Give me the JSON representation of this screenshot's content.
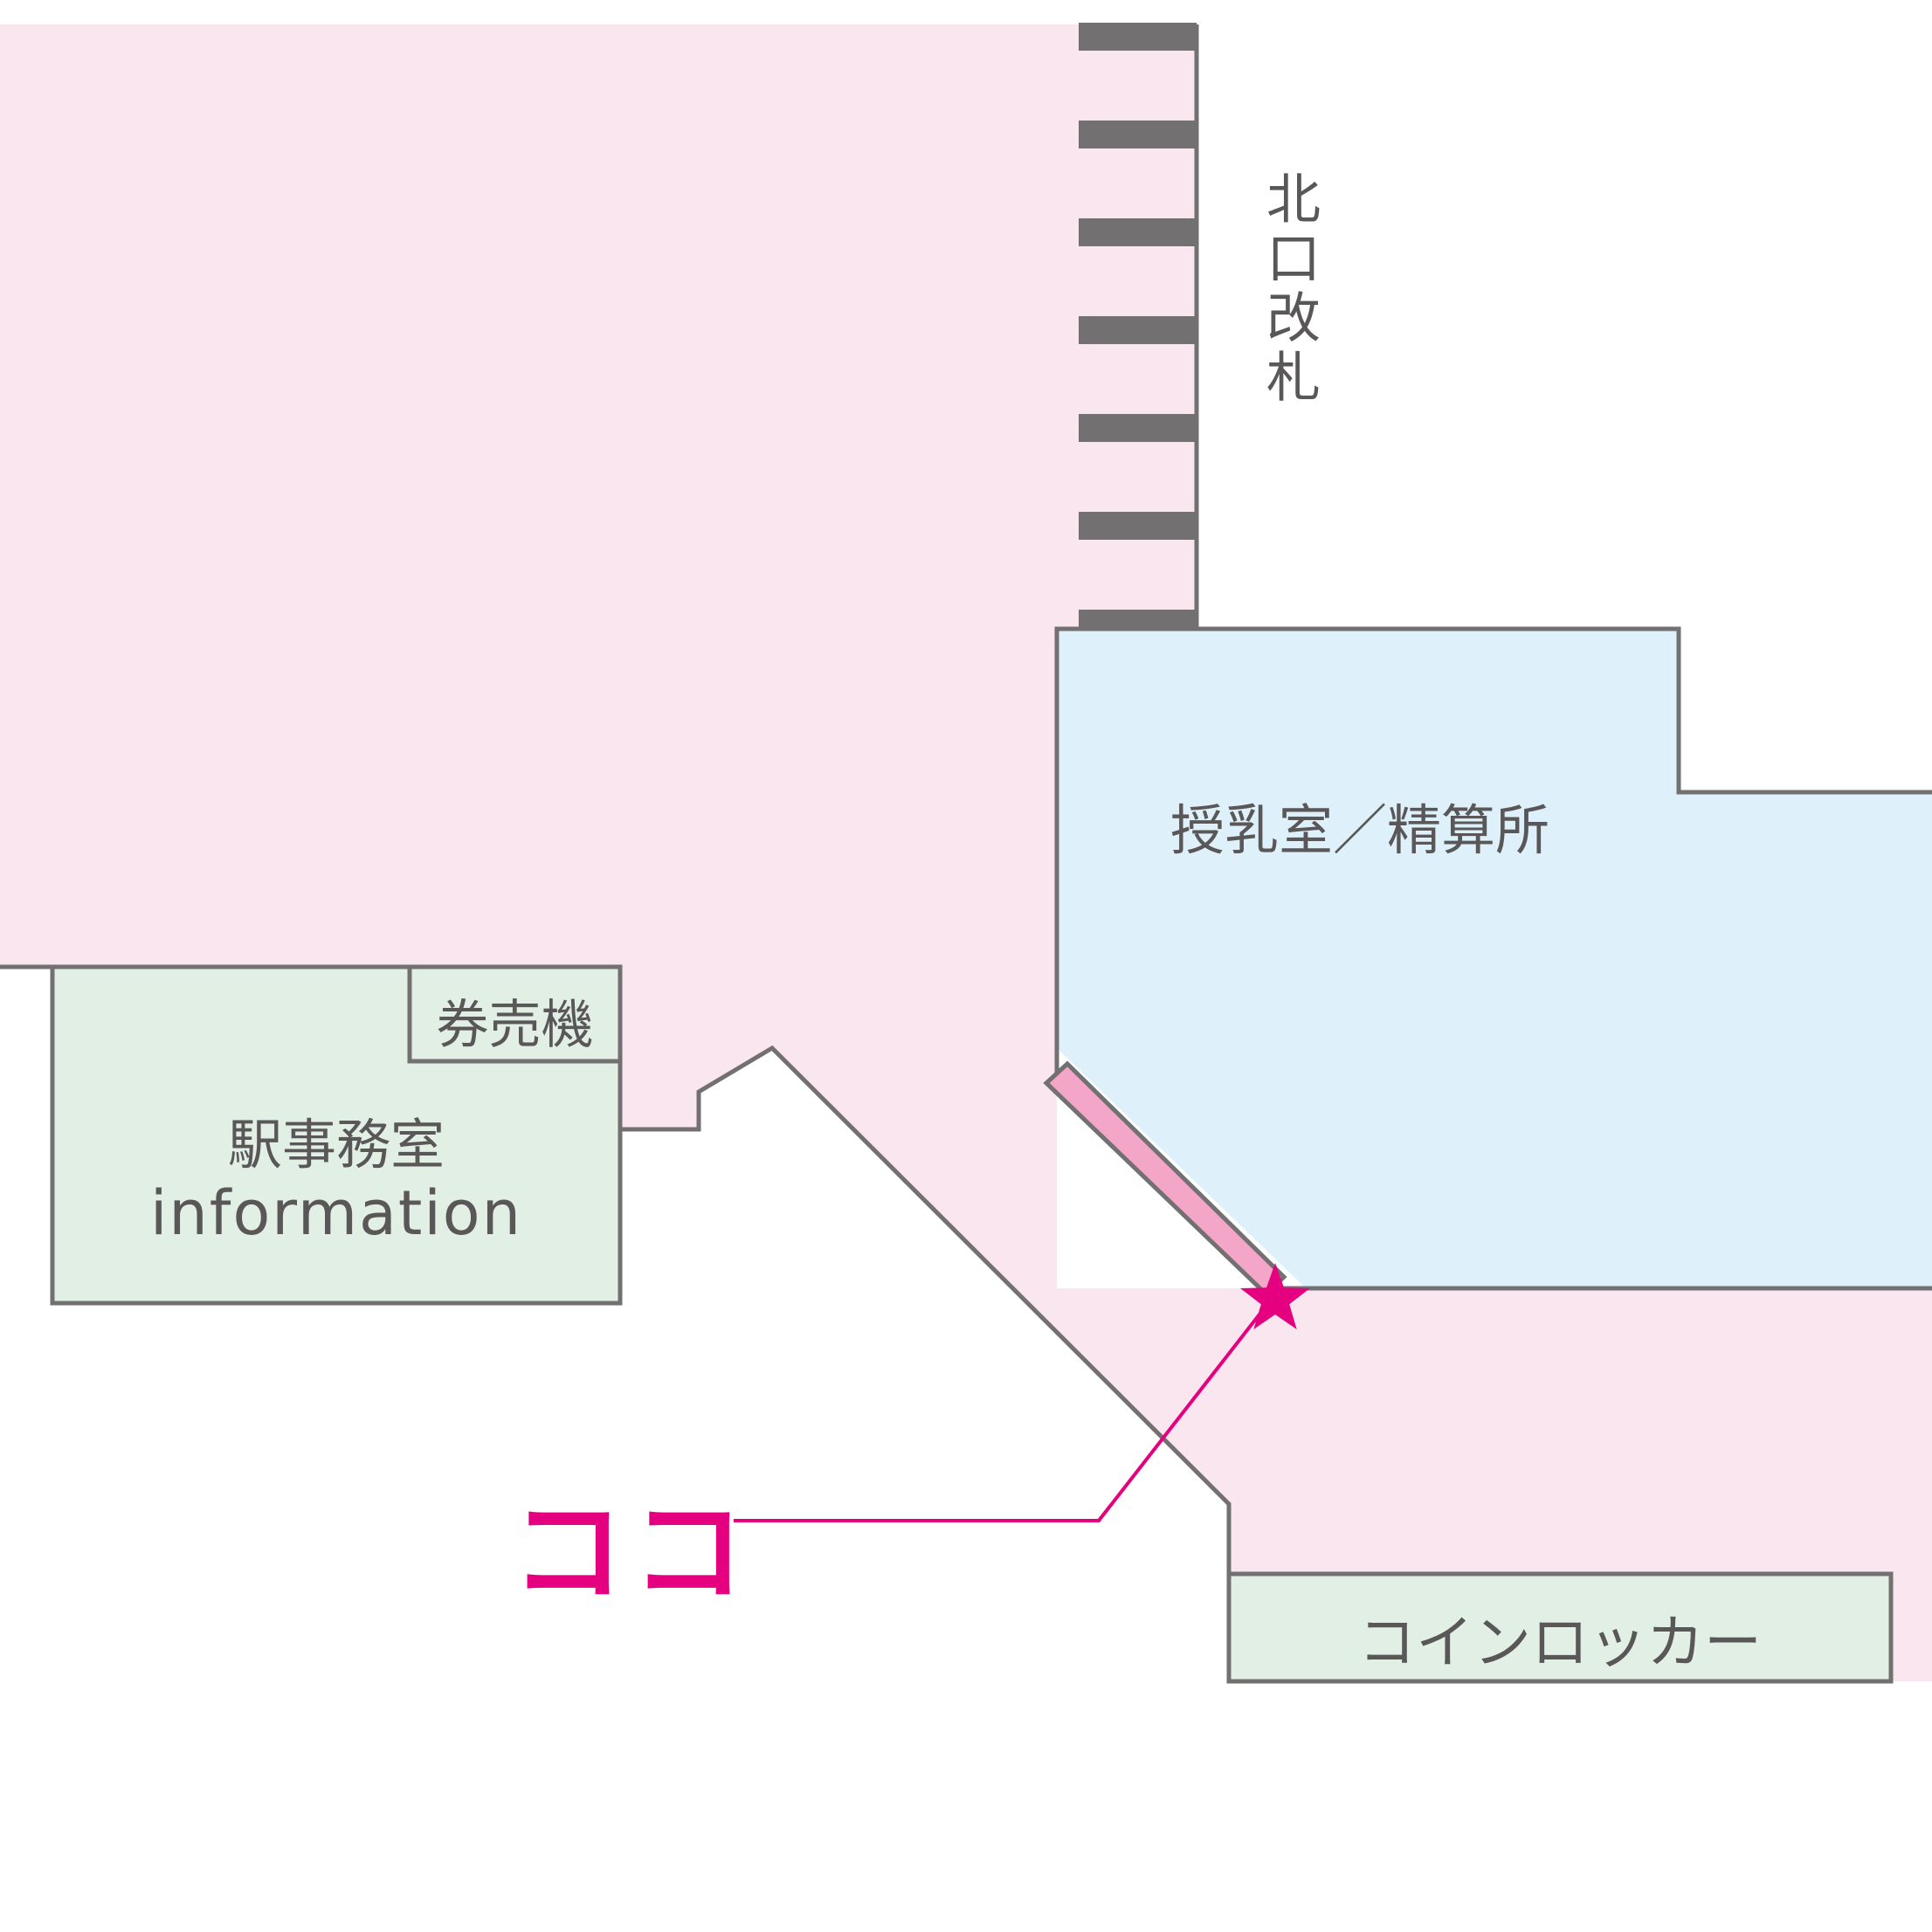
{
  "colors": {
    "concourse": "#fae6ef",
    "room_blue": "#def0fa",
    "room_green": "#e1efe4",
    "wall": "#727071",
    "accent": "#e4007f",
    "ramp": "#f3a6c8",
    "text": "#595757",
    "background": "#ffffff"
  },
  "labels": {
    "north_gate": "北口改札",
    "nursing_room": "授乳室／精算所",
    "ticket_machine": "券売機",
    "station_office": "駅事務室",
    "information": "information",
    "coin_locker": "コインロッカー",
    "here": "ココ"
  },
  "icons": {
    "here_marker": "star-icon",
    "gate": "ticket-gate-icon"
  }
}
